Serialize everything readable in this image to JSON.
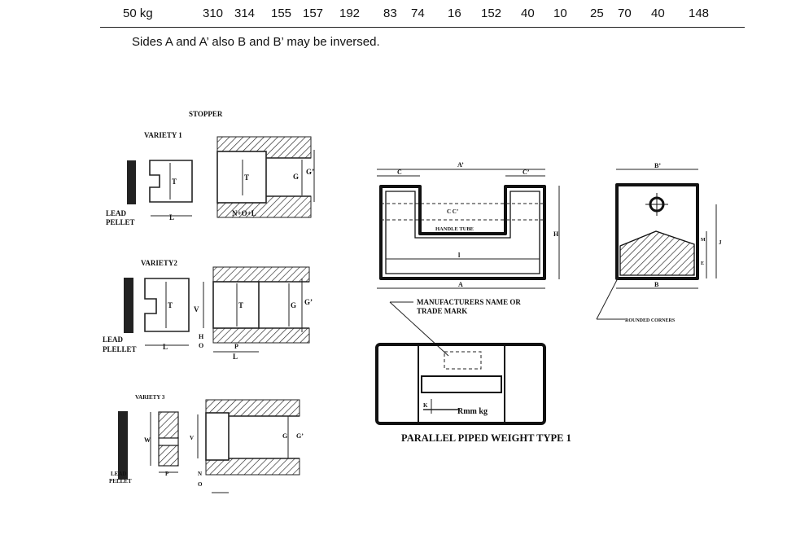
{
  "table_row": {
    "cells": [
      "50 kg",
      "310",
      "314",
      "155",
      "157",
      "192",
      "83",
      "74",
      "16",
      "152",
      "40",
      "10",
      "25",
      "70",
      "40",
      "148"
    ]
  },
  "note": "Sides A and A’ also B and B’ may be inversed.",
  "stopper": {
    "heading": "STOPPER",
    "variety1": "VARIETY 1",
    "variety2": "VARIETY2",
    "variety3": "VARIETY 3",
    "lead_pellet": "LEAD",
    "lead_pellet_2": "PELLET",
    "lead_pellet_typo": "PLELLET",
    "dim_L": "L",
    "dim_T": "T",
    "dim_G": "G",
    "dim_Gp": "G’",
    "dim_V": "V",
    "dim_H": "H",
    "dim_O": "O",
    "dim_NOL": "N+O+L",
    "dim_P": "P",
    "dim_W": "W",
    "dim_N": "N"
  },
  "weight": {
    "title": "PARALLEL PIPED WEIGHT TYPE 1",
    "dim_A": "A",
    "dim_Ap": "A’",
    "dim_C": "C",
    "dim_Cp": "C’",
    "dim_B": "B",
    "dim_Bp": "B’",
    "dim_H": "H",
    "dim_l": "l",
    "dim_J": "J",
    "dim_K": "K",
    "dim_E": "E",
    "dim_M": "M",
    "dim_CC": "C  C’",
    "handle_tube": "HANDLE TUBE",
    "manufacturer_1": "MANUFACTURERS NAME OR",
    "manufacturer_2": "TRADE MARK",
    "rounded_corners": "ROUNDED CORNERS",
    "kg_label": "Rmm  kg"
  }
}
